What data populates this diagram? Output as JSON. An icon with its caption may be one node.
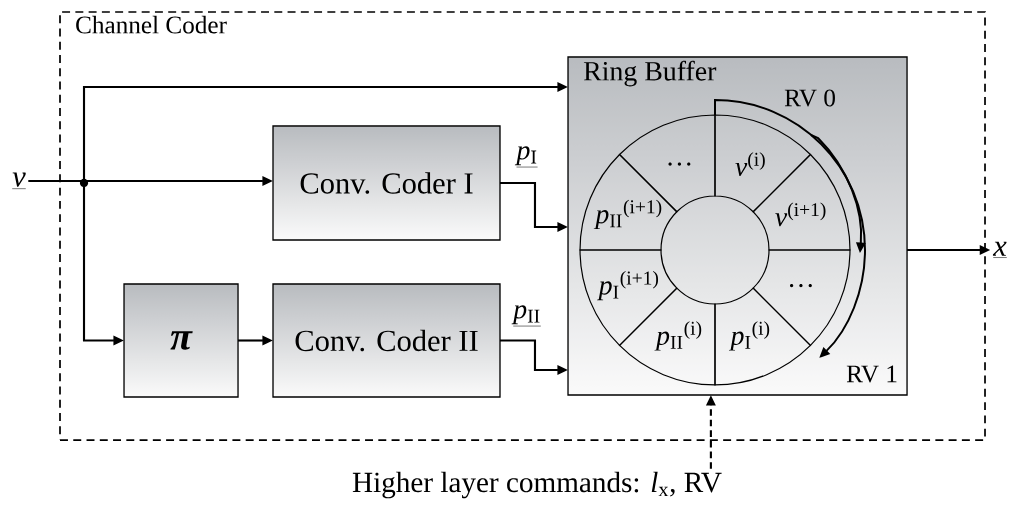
{
  "diagram": {
    "nodes": [
      {
        "text": [
          "Channel Coder"
        ]
      },
      {
        "text": [
          "v"
        ]
      },
      {
        "text": [
          "Conv. Coder I"
        ],
        "in": 0
      },
      {
        "text": [
          "π"
        ],
        "in": 0
      },
      {
        "text": [
          "Conv. Coder II"
        ],
        "in": 0
      },
      {
        "text": [
          "Ring Buffer"
        ],
        "in": 0
      },
      {
        "text": [
          "…"
        ],
        "in": 5
      },
      {
        "text": [
          "*v*$^{(i)}$"
        ],
        "in": 5
      },
      {
        "text": [
          "*p*$_{II}$$^{(i+1)}$"
        ],
        "in": 5
      },
      {
        "text": [
          "*v*$^{(i+1)}$"
        ],
        "in": 5
      },
      {
        "text": [
          "*p*$_{I}$$^{(i+1)}$"
        ],
        "in": 5
      },
      {
        "text": [
          "…"
        ],
        "in": 5
      },
      {
        "text": [
          "*p*$_{II}$$^{(i)}$"
        ],
        "in": 5
      },
      {
        "text": [
          "*p*$_{I}$$^{(i)}$"
        ],
        "in": 5
      },
      {
        "text": [
          "x"
        ]
      },
      {
        "text": [
          "Higher layer commands: *l*$_{x}$, RV"
        ]
      }
    ],
    "edges": [
      {
        "from": 1,
        "to": 2,
        "arrow": "to"
      },
      {
        "from": 1,
        "to": 3,
        "arrow": "to"
      },
      {
        "from": 1,
        "to": 5,
        "arrow": "to"
      },
      {
        "from": 3,
        "to": 4,
        "arrow": "to"
      },
      {
        "from": 2,
        "to": 5,
        "arrow": "to",
        "label": "*p*$_{I}$"
      },
      {
        "from": 4,
        "to": 5,
        "arrow": "to",
        "label": "*p*$_{II}$"
      },
      {
        "from": 5,
        "to": 14,
        "arrow": "to"
      },
      {
        "from": 15,
        "to": 5,
        "arrow": "to",
        "style": "dashed"
      }
    ],
    "labels": [
      "RV 0",
      "RV 1"
    ]
  }
}
